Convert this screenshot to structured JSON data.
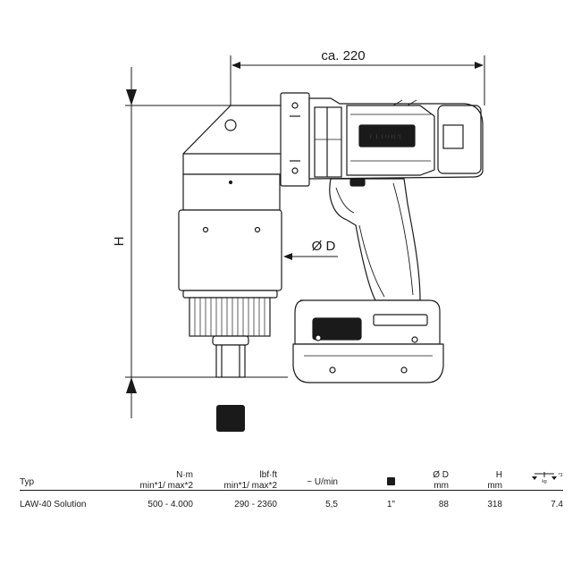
{
  "drawing": {
    "width_label": "ca. 220",
    "height_label": "H",
    "diameter_label": "Ø D",
    "brand_text": "GEDORE"
  },
  "table": {
    "headers": {
      "type": "Typ",
      "nm_unit": "N·m",
      "nm_minmax": "min*1/ max*2",
      "lbf_unit": "lbf·ft",
      "lbf_minmax": "min*1/ max*2",
      "speed": "~ U/min",
      "square_icon": "square-drive-icon",
      "d_label": "Ø D",
      "d_unit": "mm",
      "h_label": "H",
      "h_unit": "mm",
      "weight_icon": "weight-scale-icon",
      "weight_unit": "kg",
      "weight_note": "*3"
    },
    "rows": [
      {
        "type": "LAW-40 Solution",
        "nm": "500 - 4.000",
        "lbf": "290 - 2360",
        "speed": "5,5",
        "square": "1\"",
        "d": "88",
        "h": "318",
        "weight": "7.4"
      }
    ]
  }
}
